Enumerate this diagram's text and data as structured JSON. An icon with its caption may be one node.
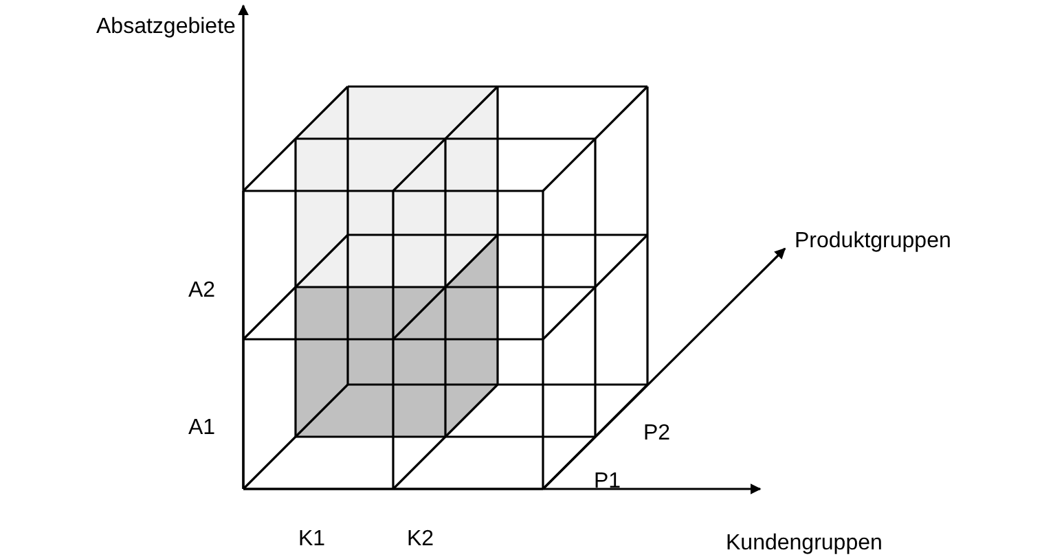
{
  "diagram": {
    "labels": [
      "Absatzgebiete",
      "Produktgruppen",
      "A2",
      "A1",
      "P2",
      "P1",
      "K1",
      "K2",
      "Kundengruppen"
    ]
  }
}
